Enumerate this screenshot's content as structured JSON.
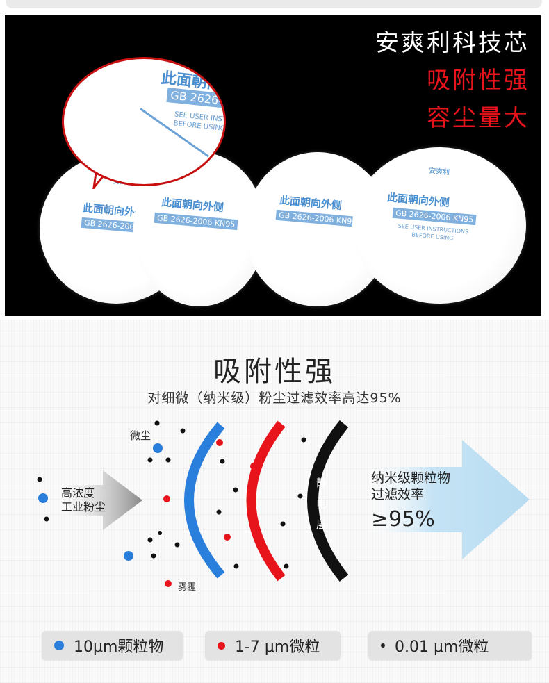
{
  "photo": {
    "brand_line": "安爽利科技芯",
    "feature_1": "吸附性强",
    "feature_2": "容尘量大",
    "disc_print": "此面朝向外侧",
    "disc_code": "GB 2626-2006 KN95",
    "disc_note_1": "SEE USER INSTRUCTIONS",
    "disc_note_2": "BEFORE USING",
    "disc_logo": "安爽利"
  },
  "section": {
    "title": "吸附性强",
    "subtitle": "对细微（纳米级）粉尘过滤效率高达95%"
  },
  "diagram": {
    "fine_dust_label": "微尘",
    "smog_label": "雾霾",
    "input_label_1": "高浓度",
    "input_label_2": "工业粉尘",
    "layer_label": [
      "静",
      "电",
      "层"
    ],
    "result_line_1": "纳米级颗粒物",
    "result_line_2": "过滤效率",
    "result_value": "≥95%",
    "colors": {
      "blue": "#2a7fdc",
      "red": "#e8141c",
      "black": "#111111",
      "arrow_in": "#8c8c8c",
      "arrow_out": "#bfe0f3"
    }
  },
  "legend": [
    {
      "label": "10μm颗粒物",
      "color": "#2a7fdc"
    },
    {
      "label": "1-7 μm微粒",
      "color": "#e8141c"
    },
    {
      "label": "0.01 μm微粒",
      "color": "#222222"
    }
  ]
}
